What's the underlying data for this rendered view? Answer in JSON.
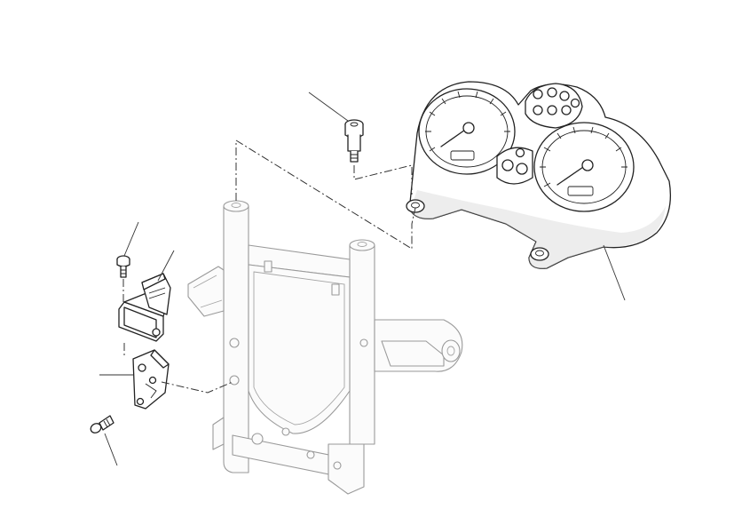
{
  "diagram": {
    "title": "",
    "parts": [
      {
        "name": "instrument-panel"
      },
      {
        "name": "panel-mounting-screw"
      },
      {
        "name": "relay-screw"
      },
      {
        "name": "relay"
      },
      {
        "name": "relay-bracket"
      },
      {
        "name": "bracket-screw"
      },
      {
        "name": "headlight-support-frame"
      }
    ],
    "colors": {
      "ink": "#222222",
      "ghost": "#9a9a9a",
      "background": "#ffffff"
    }
  }
}
